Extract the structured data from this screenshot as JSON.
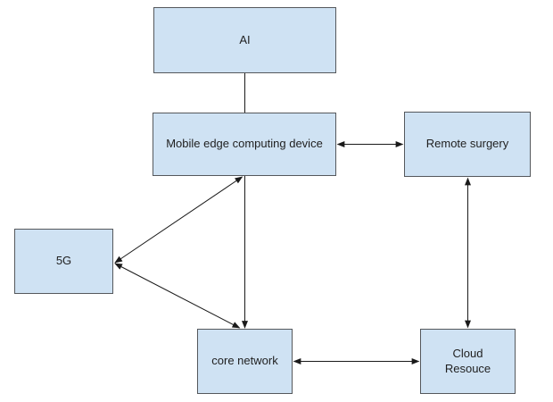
{
  "diagram": {
    "nodes": {
      "ai": {
        "label": "AI"
      },
      "mec": {
        "label": "Mobile edge computing device"
      },
      "remote_surgery": {
        "label": "Remote surgery"
      },
      "five_g": {
        "label": "5G"
      },
      "core_network": {
        "label": "core network"
      },
      "cloud_resource": {
        "label": "Cloud Resouce"
      }
    },
    "connections": [
      {
        "from": "ai",
        "to": "mec",
        "arrows": "none"
      },
      {
        "from": "mec",
        "to": "remote_surgery",
        "arrows": "both"
      },
      {
        "from": "mec",
        "to": "five_g",
        "arrows": "both"
      },
      {
        "from": "five_g",
        "to": "core_network",
        "arrows": "both"
      },
      {
        "from": "mec",
        "to": "core_network",
        "arrows": "end"
      },
      {
        "from": "core_network",
        "to": "cloud_resource",
        "arrows": "both"
      },
      {
        "from": "remote_surgery",
        "to": "cloud_resource",
        "arrows": "both"
      }
    ],
    "colors": {
      "node_fill": "#cfe2f3",
      "node_border": "#55585c",
      "connector": "#1a1a1a",
      "text": "#1f1f1f",
      "background": "#ffffff"
    }
  }
}
